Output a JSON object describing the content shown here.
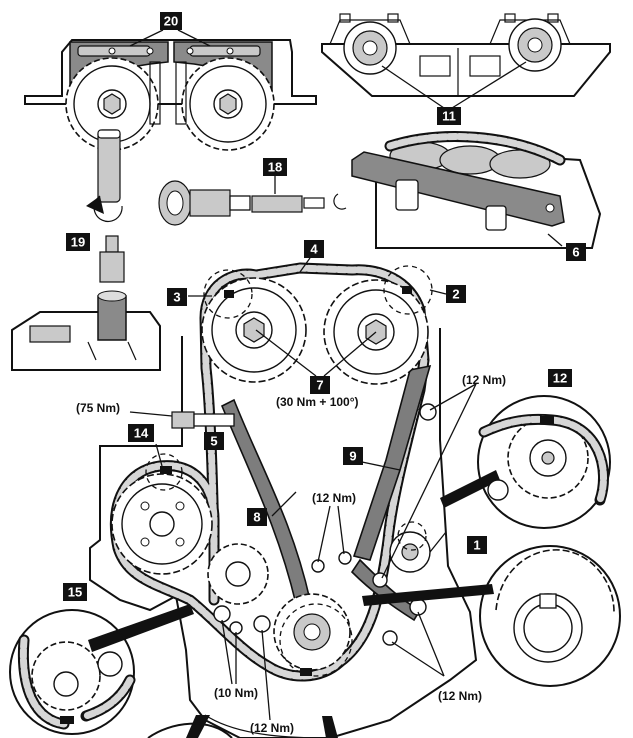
{
  "callouts": [
    {
      "id": "c1",
      "label": "1"
    },
    {
      "id": "c2",
      "label": "2"
    },
    {
      "id": "c3",
      "label": "3"
    },
    {
      "id": "c4",
      "label": "4"
    },
    {
      "id": "c5",
      "label": "5"
    },
    {
      "id": "c6",
      "label": "6"
    },
    {
      "id": "c7",
      "label": "7"
    },
    {
      "id": "c8",
      "label": "8"
    },
    {
      "id": "c9",
      "label": "9"
    },
    {
      "id": "c11",
      "label": "11"
    },
    {
      "id": "c12",
      "label": "12"
    },
    {
      "id": "c14",
      "label": "14"
    },
    {
      "id": "c15",
      "label": "15"
    },
    {
      "id": "c18",
      "label": "18"
    },
    {
      "id": "c19",
      "label": "19"
    },
    {
      "id": "c20",
      "label": "20"
    }
  ],
  "torques": {
    "camshaft_bolts": "(30 Nm + 100°)",
    "tensioner": "(75 Nm)",
    "upper_right": "(12 Nm)",
    "middle": "(12 Nm)",
    "lower_left": "(10 Nm)",
    "lower_middle": "(12 Nm)",
    "lower_right": "(12 Nm)"
  }
}
